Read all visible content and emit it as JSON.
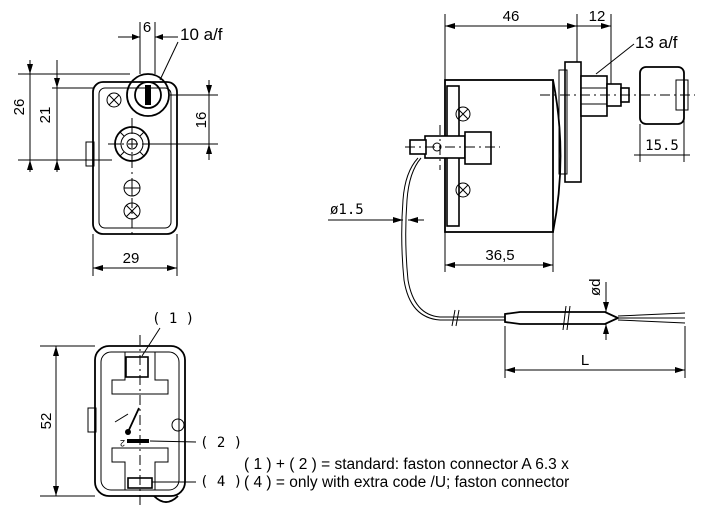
{
  "dimensions": {
    "d6": "6",
    "af10": "10 a/f",
    "d26": "26",
    "d21": "21",
    "d16": "16",
    "d29": "29",
    "d46": "46",
    "d12": "12",
    "af13": "13 a/f",
    "d15_5": "15.5",
    "phi1_5": "ø1.5",
    "d36_5": "36,5",
    "phid": "ød",
    "L": "L",
    "d52": "52"
  },
  "callouts": {
    "c1": "( 1 )",
    "c2": "( 2 )",
    "c4": "( 4 )"
  },
  "notes": {
    "line1": "( 1 ) + ( 2 ) = standard: faston connector A 6.3 x",
    "line2": "( 4 ) = only with extra code /U; faston connector"
  }
}
